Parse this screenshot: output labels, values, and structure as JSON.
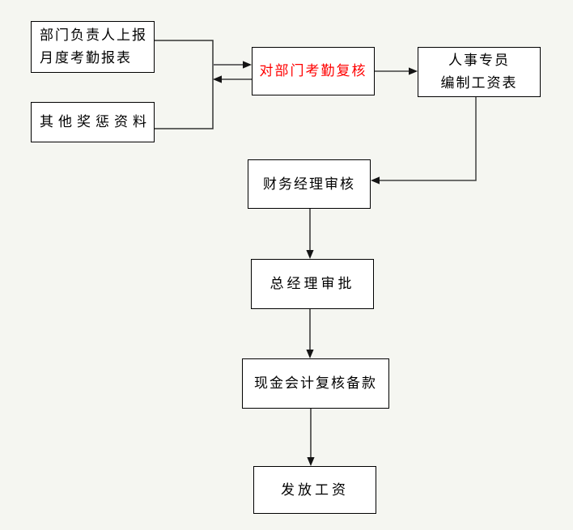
{
  "diagram": {
    "type": "flowchart",
    "colors": {
      "background": "#f5f6f1",
      "box_fill": "#ffffff",
      "box_border": "#000000",
      "connector": "#404040",
      "arrowhead": "#141414",
      "highlight_text": "#ff0000"
    },
    "nodes": {
      "report": {
        "line1": "部门负责人上报",
        "line2": "月度考勤报表"
      },
      "other": {
        "label": "其他奖惩资料"
      },
      "review": {
        "label": "对部门考勤复核",
        "text_color": "#ff0000"
      },
      "hr": {
        "line1": "人事专员",
        "line2": "编制工资表"
      },
      "finance": {
        "label": "财务经理审核"
      },
      "gm": {
        "label": "总经理审批"
      },
      "cash": {
        "label": "现金会计复核备款"
      },
      "pay": {
        "label": "发放工资"
      }
    },
    "edges": [
      {
        "from": "report+other",
        "to": "review",
        "style": "bracket-merge then double-headed exchange arrows (right and left)"
      },
      {
        "from": "review",
        "to": "hr",
        "arrow": "right"
      },
      {
        "from": "hr",
        "to": "finance",
        "arrow": "down-then-left"
      },
      {
        "from": "finance",
        "to": "gm",
        "arrow": "down"
      },
      {
        "from": "gm",
        "to": "cash",
        "arrow": "down"
      },
      {
        "from": "cash",
        "to": "pay",
        "arrow": "down"
      }
    ]
  }
}
